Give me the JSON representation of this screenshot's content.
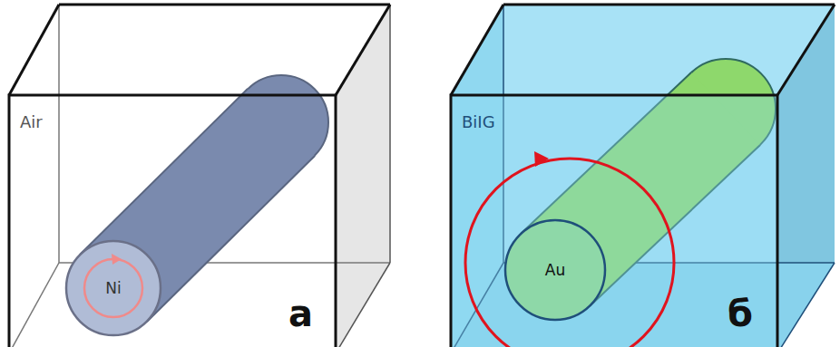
{
  "diagram": {
    "nodes": [
      {
        "text": [
          "Air"
        ]
      },
      {
        "text": [
          "Ni"
        ],
        "in": 0
      },
      {
        "text": [
          "BiIG"
        ]
      },
      {
        "text": [
          "Au"
        ],
        "in": 2
      }
    ],
    "labels": [
      "а",
      "б"
    ]
  }
}
